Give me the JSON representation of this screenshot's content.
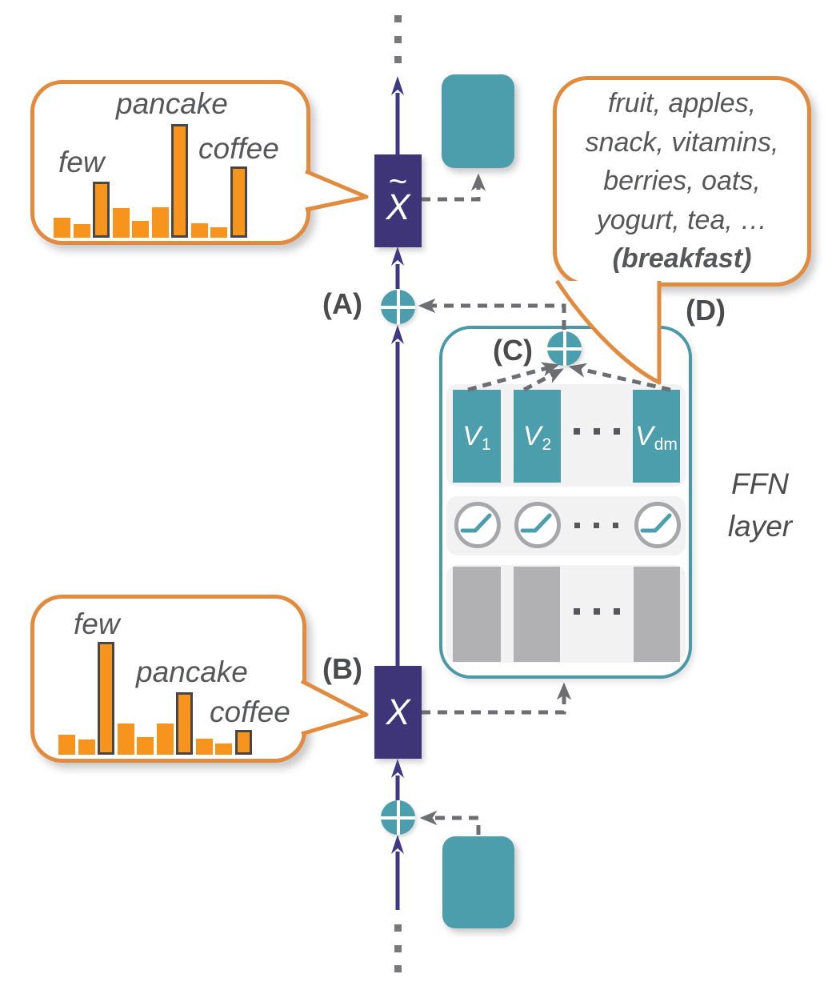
{
  "markers": {
    "a": "(A)",
    "b": "(B)",
    "c": "(C)",
    "d": "(D)"
  },
  "nodes": {
    "x_tilde": {
      "accent": "~",
      "symbol": "X"
    },
    "x": {
      "symbol": "X"
    }
  },
  "ffn_box": {
    "caption_line1": "FFN",
    "caption_line2": "layer",
    "value_vectors": [
      {
        "base": "V",
        "sub": "1"
      },
      {
        "base": "V",
        "sub": "2"
      },
      {
        "base": "V",
        "sub": "dm"
      }
    ]
  },
  "bubble_x_tilde": {
    "word_few": "few",
    "word_pancake": "pancake",
    "word_coffee": "coffee",
    "bars": [
      {
        "h": 25,
        "outlined": false
      },
      {
        "h": 17,
        "outlined": false
      },
      {
        "h": 70,
        "outlined": true,
        "word": "few"
      },
      {
        "h": 37,
        "outlined": false
      },
      {
        "h": 21,
        "outlined": false
      },
      {
        "h": 38,
        "outlined": false
      },
      {
        "h": 142,
        "outlined": true,
        "word": "pancake"
      },
      {
        "h": 18,
        "outlined": false
      },
      {
        "h": 13,
        "outlined": false
      },
      {
        "h": 89,
        "outlined": true,
        "word": "coffee"
      }
    ]
  },
  "bubble_x": {
    "word_few": "few",
    "word_pancake": "pancake",
    "word_coffee": "coffee",
    "bars": [
      {
        "h": 25,
        "outlined": false
      },
      {
        "h": 19,
        "outlined": false
      },
      {
        "h": 141,
        "outlined": true,
        "word": "few"
      },
      {
        "h": 39,
        "outlined": false
      },
      {
        "h": 22,
        "outlined": false
      },
      {
        "h": 39,
        "outlined": false
      },
      {
        "h": 78,
        "outlined": true,
        "word": "pancake"
      },
      {
        "h": 20,
        "outlined": false
      },
      {
        "h": 14,
        "outlined": false
      },
      {
        "h": 31,
        "outlined": true,
        "word": "coffee"
      }
    ]
  },
  "bubble_ffn_words": {
    "lines": [
      "fruit, apples,",
      "snack, vitamins,",
      "berries, oats,",
      "yogurt, tea, …",
      "(breakfast)"
    ]
  },
  "colors": {
    "teal": "#4D9EAC",
    "purple_box": "#3E3478",
    "purple_line": "#3E3985",
    "orange_bar": "#F7941E",
    "orange_border": "#E28A3E",
    "gray_connector": "#6D6E71",
    "gray_column": "#B1B1B3",
    "row_bg": "#F2F2F2",
    "text_gray": "#4D4D4F"
  }
}
